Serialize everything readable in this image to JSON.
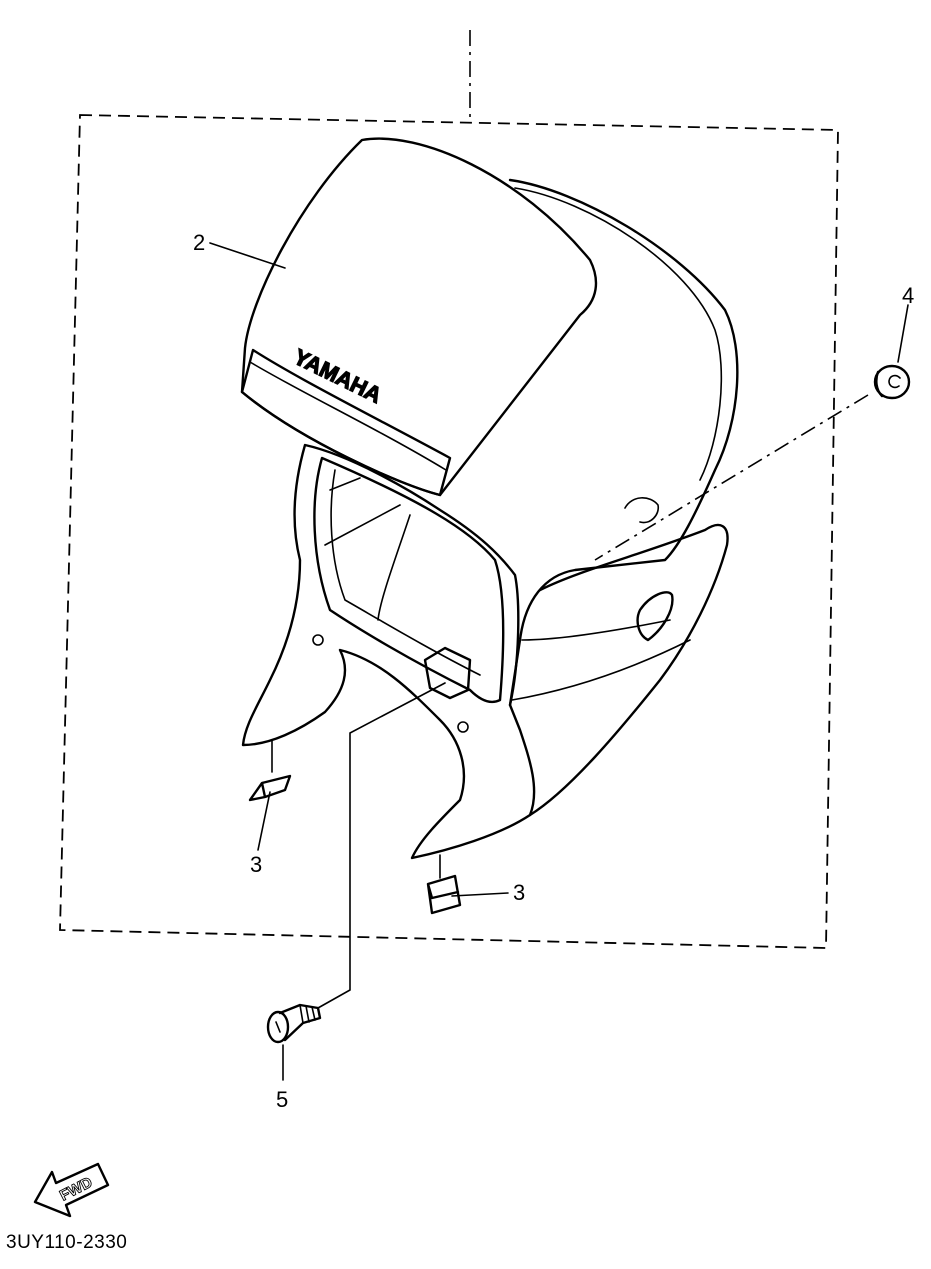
{
  "diagram": {
    "callouts": {
      "p2": "2",
      "p3a": "3",
      "p3b": "3",
      "p4": "4",
      "p5": "5"
    },
    "logo_text": "YAMAHA",
    "fwd_label": "FWD",
    "part_code": "3UY110-2330"
  }
}
